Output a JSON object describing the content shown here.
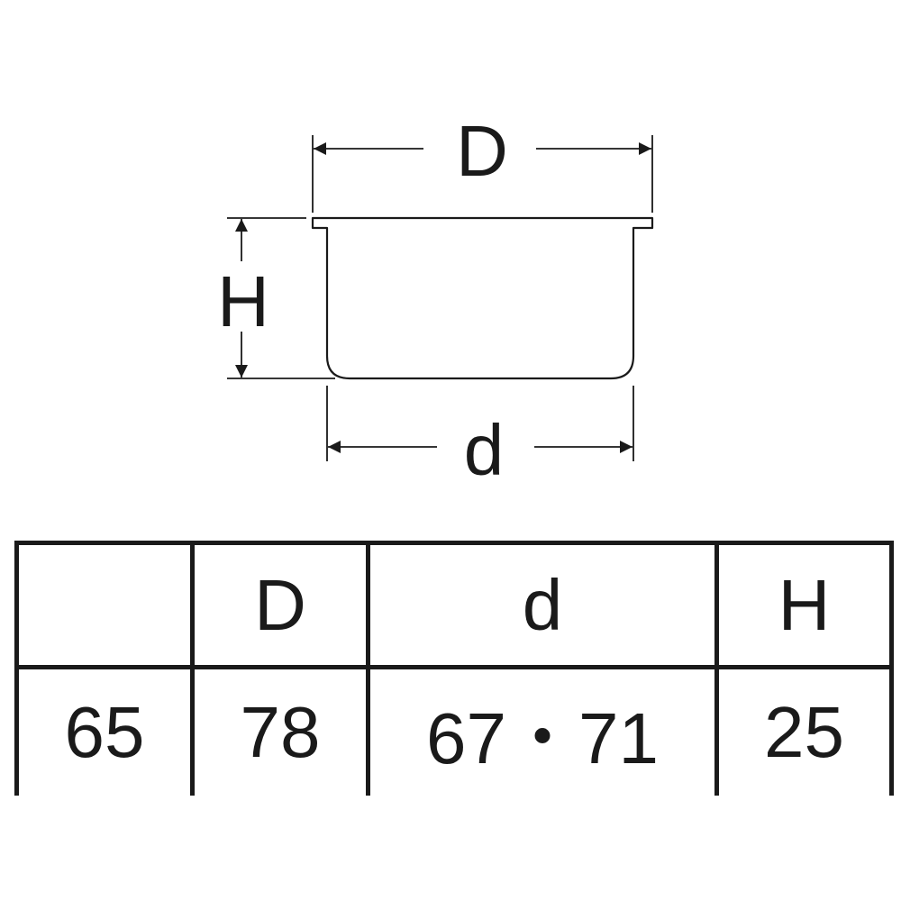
{
  "diagram": {
    "label_D": "D",
    "label_H": "H",
    "label_d": "d"
  },
  "table": {
    "headers": [
      "",
      "D",
      "d",
      "H"
    ],
    "row": [
      "65",
      "78",
      "67・71",
      "25"
    ]
  }
}
